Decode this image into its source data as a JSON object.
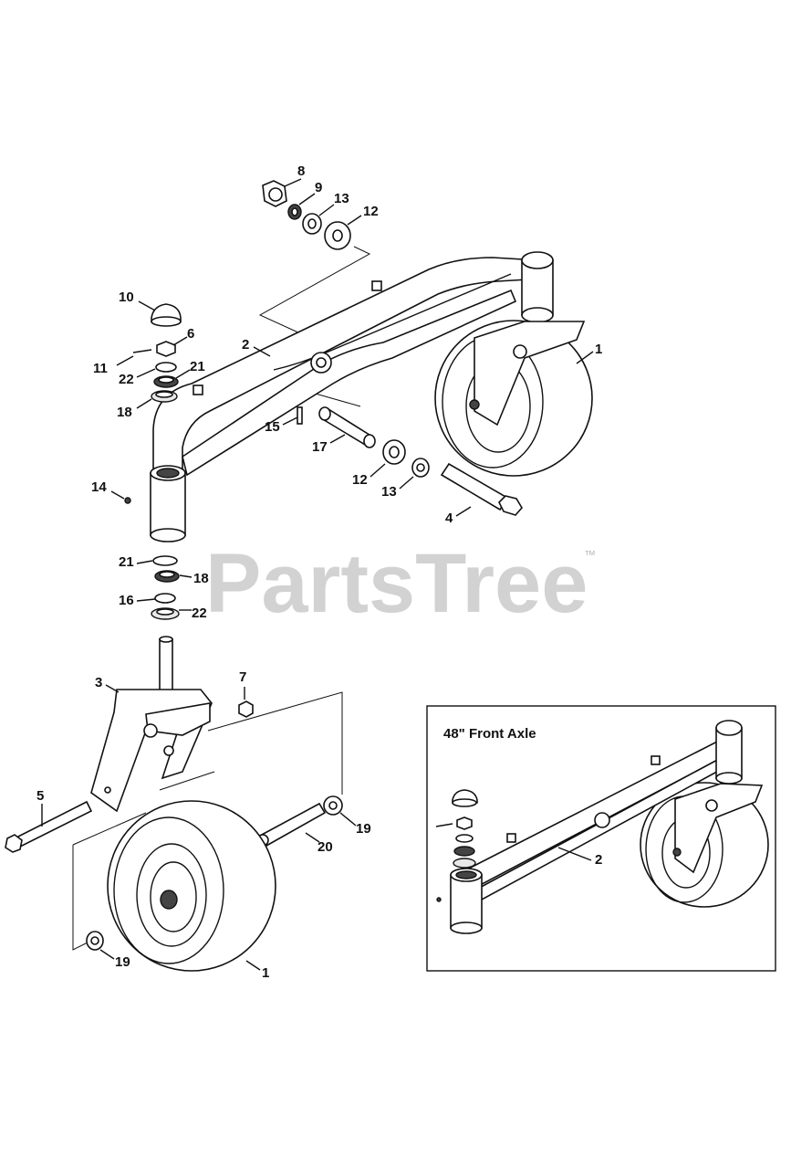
{
  "watermark": {
    "text": "PartsTree",
    "trademark": "™"
  },
  "inset": {
    "title": "48\" Front Axle",
    "callout": "2"
  },
  "callouts": [
    "8",
    "9",
    "13",
    "12",
    "10",
    "6",
    "11",
    "22",
    "21",
    "18",
    "2",
    "1",
    "15",
    "17",
    "12",
    "13",
    "14",
    "4",
    "21",
    "18",
    "16",
    "22",
    "3",
    "7",
    "5",
    "19",
    "20",
    "19",
    "1"
  ]
}
